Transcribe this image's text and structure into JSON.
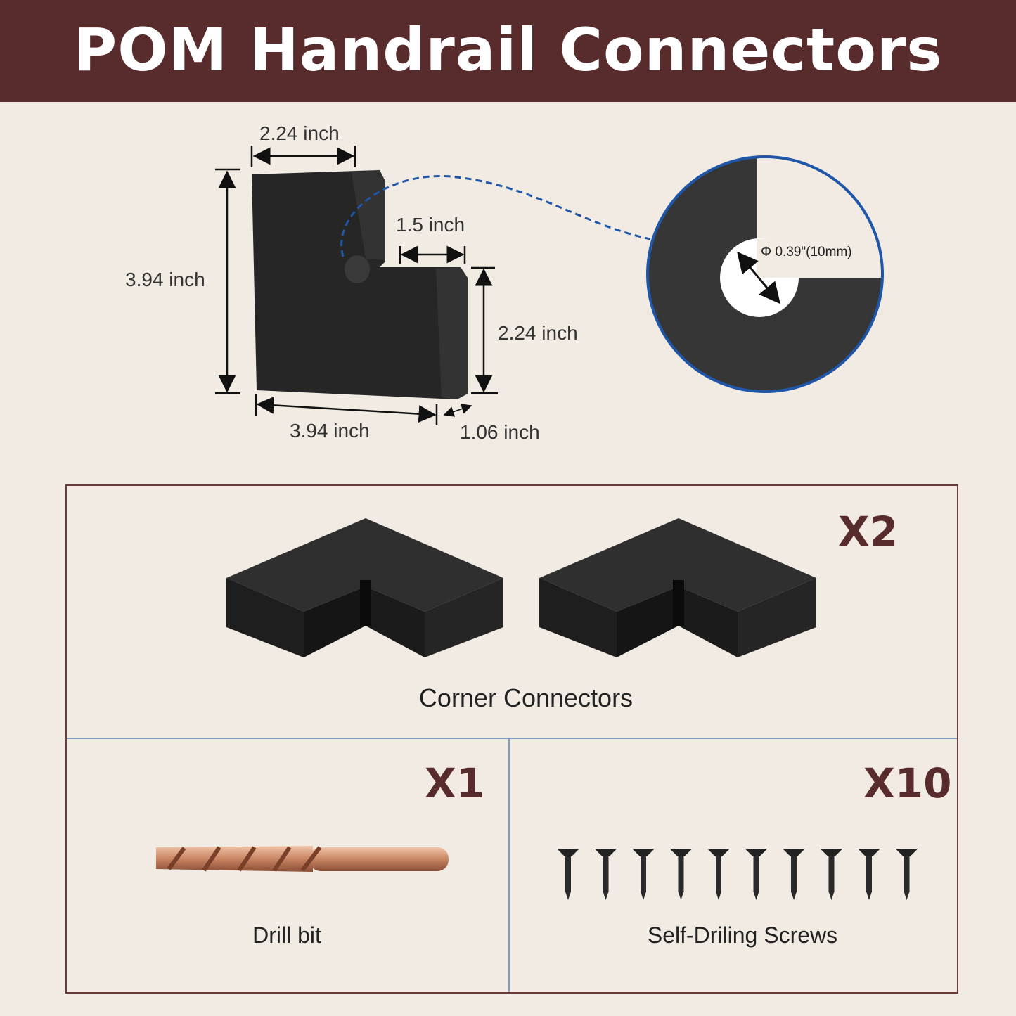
{
  "title": "POM Handrail Connectors",
  "dimensions": {
    "top_width": "2.24 inch",
    "height": "3.94 inch",
    "notch": "1.5 inch",
    "right_height": "2.24 inch",
    "bottom_width": "3.94 inch",
    "thickness": "1.06 inch",
    "hole_diameter": "Φ 0.39\"(10mm)"
  },
  "package": {
    "corner": {
      "qty": "X2",
      "label": "Corner Connectors"
    },
    "drill": {
      "qty": "X1",
      "label": "Drill bit"
    },
    "screws": {
      "qty": "X10",
      "label": "Self-Driling Screws",
      "count": 10
    }
  },
  "colors": {
    "header": "#582b2c",
    "background": "#f2ebe3",
    "divider": "#7f9cc4",
    "detail_circle": "#1f56a8"
  }
}
